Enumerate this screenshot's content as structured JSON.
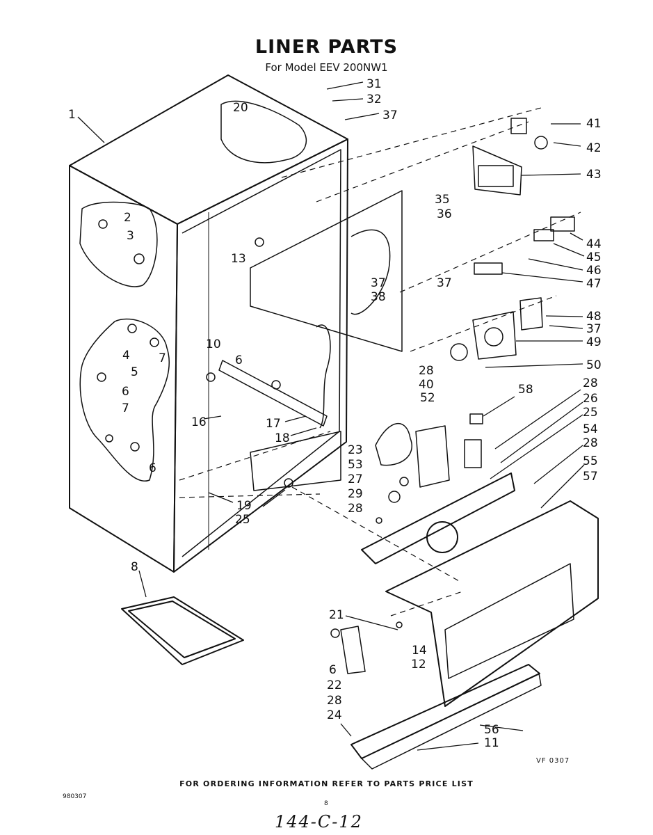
{
  "header": {
    "title": "LINER PARTS",
    "subtitle": "For Model EEV 200NW1"
  },
  "callouts": {
    "c1": "1",
    "c2": "2",
    "c3": "3",
    "c4": "4",
    "c5": "5",
    "c6a": "6",
    "c6b": "6",
    "c6c": "6",
    "c6d": "6",
    "c7a": "7",
    "c7b": "7",
    "c8": "8",
    "c10": "10",
    "c11": "11",
    "c12": "12",
    "c13": "13",
    "c14": "14",
    "c16": "16",
    "c17": "17",
    "c18": "18",
    "c19": "19",
    "c20": "20",
    "c21": "21",
    "c22": "22",
    "c23": "23",
    "c24": "24",
    "c25a": "25",
    "c25b": "25",
    "c26": "26",
    "c27": "27",
    "c28a": "28",
    "c28b": "28",
    "c28c": "28",
    "c28d": "28",
    "c28e": "28",
    "c29": "29",
    "c31": "31",
    "c32": "32",
    "c35": "35",
    "c36": "36",
    "c37a": "37",
    "c37b": "37",
    "c37c": "37",
    "c37d": "37",
    "c38": "38",
    "c40": "40",
    "c41": "41",
    "c42": "42",
    "c43": "43",
    "c44": "44",
    "c45": "45",
    "c46": "46",
    "c47": "47",
    "c48": "48",
    "c49": "49",
    "c50": "50",
    "c52": "52",
    "c53": "53",
    "c54": "54",
    "c55": "55",
    "c56": "56",
    "c57": "57",
    "c58": "58"
  },
  "footer": {
    "ordering_note": "FOR ORDERING INFORMATION REFER TO PARTS PRICE LIST",
    "page_number": "8",
    "doc_code_left": "980307",
    "doc_code_right": "VF 0307",
    "handwritten": "144-C-12"
  }
}
